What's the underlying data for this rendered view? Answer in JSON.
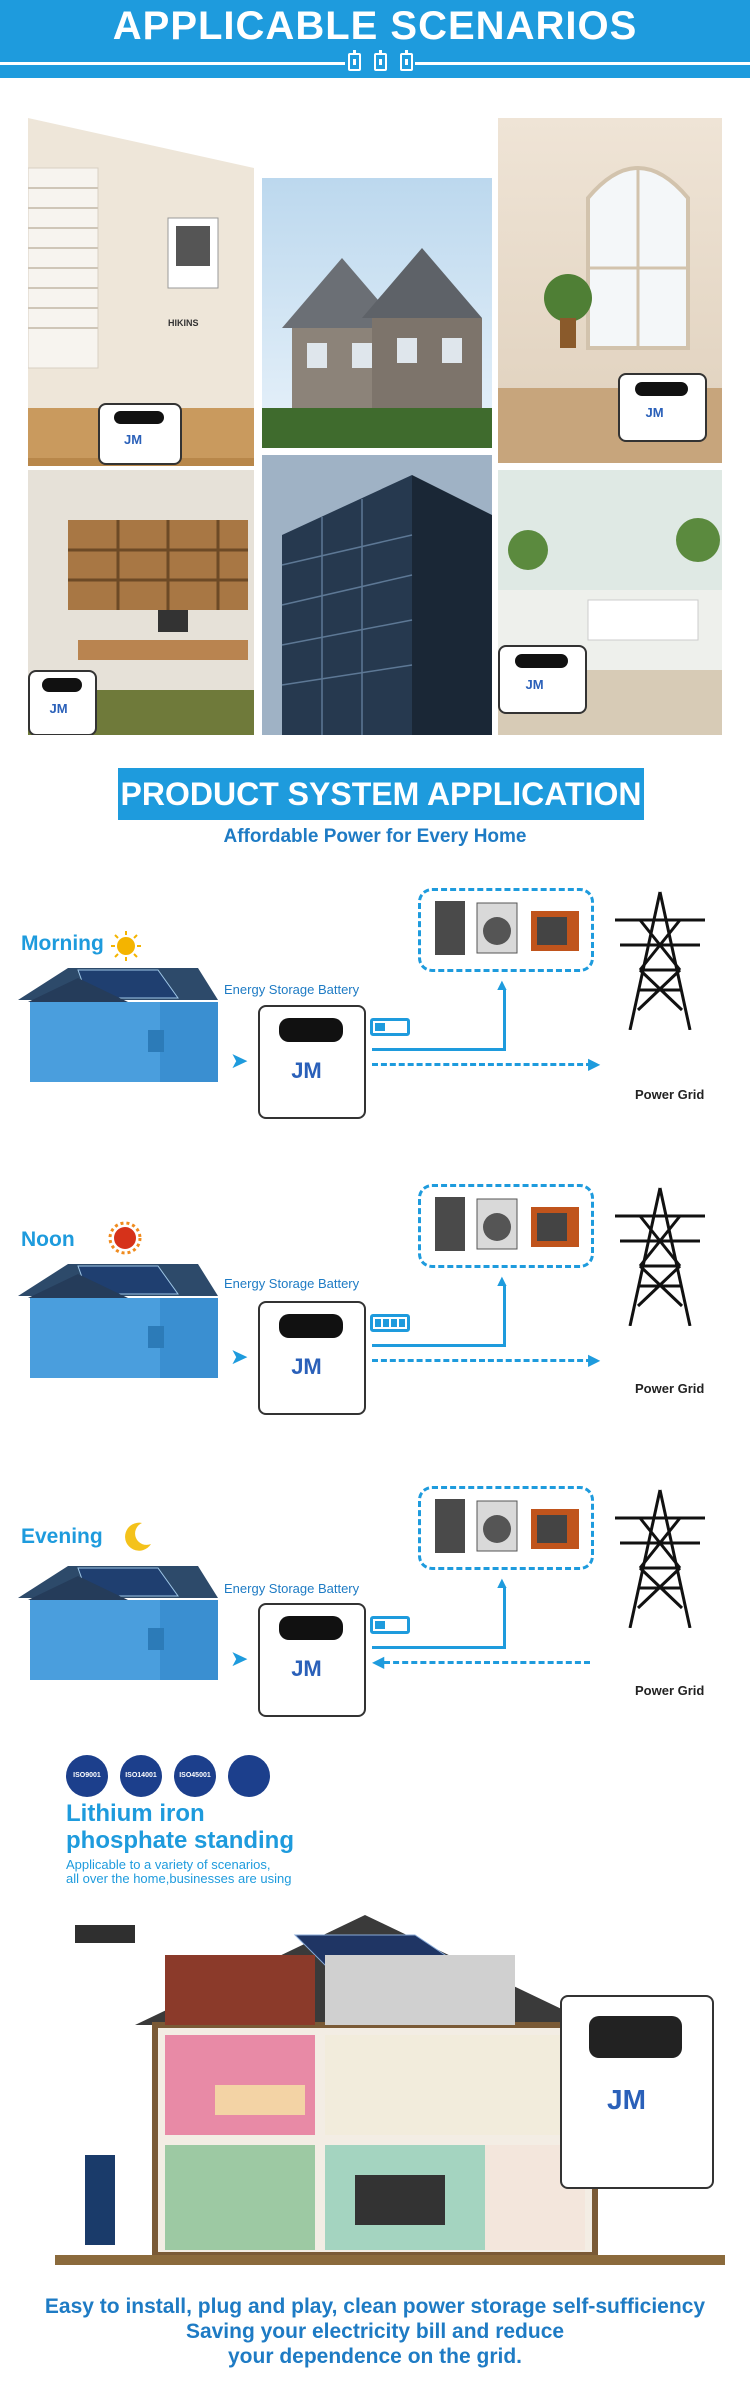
{
  "header": {
    "title": "APPLICABLE SCENARIOS"
  },
  "collage": {
    "scene_labels": [
      "HIKINS"
    ],
    "unit_logo": "JM"
  },
  "system": {
    "title": "PRODUCT SYSTEM APPLICATION",
    "subtitle": "Affordable Power for Every Home",
    "rows": [
      {
        "period": "Morning",
        "battery_label": "Energy Storage Battery",
        "grid_label": "Power Grid",
        "sun_icon": "sun-icon"
      },
      {
        "period": "Noon",
        "battery_label": "Energy Storage Battery",
        "grid_label": "Power Grid",
        "sun_icon": "sun-red-icon"
      },
      {
        "period": "Evening",
        "battery_label": "Energy Storage Battery",
        "grid_label": "Power Grid",
        "sun_icon": "moon-icon"
      }
    ]
  },
  "certs": {
    "badges": [
      "ISO9001",
      "ISO14001",
      "ISO45001",
      ""
    ],
    "title_line1": "Lithium iron",
    "title_line2": "phosphate standing",
    "sub_line1": "Applicable to a variety of scenarios,",
    "sub_line2": "all over the home,businesses are using"
  },
  "footer": {
    "line1": "Easy to install, plug and play, clean power storage self-sufficiency",
    "line2": "Saving your electricity bill and reduce",
    "line3": "your dependence on the grid."
  },
  "colors": {
    "brand_blue": "#1e9bdd",
    "house_blue": "#3a8fd1"
  }
}
